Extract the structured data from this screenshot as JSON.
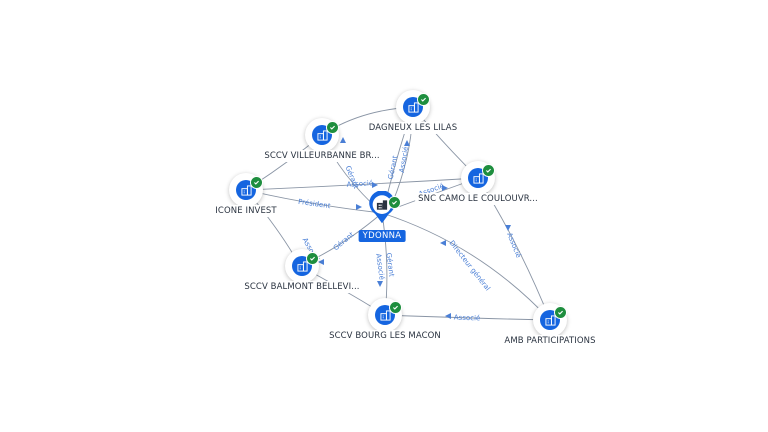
{
  "center": {
    "name": "YDONNA"
  },
  "nodes": [
    {
      "id": "dagneux",
      "name": "DAGNEUX LES LILAS",
      "verified": true,
      "icon": "building-icon"
    },
    {
      "id": "villeurbanne",
      "name": "SCCV VILLEURBANNE BR...",
      "verified": true,
      "icon": "building-icon"
    },
    {
      "id": "icone",
      "name": "ICONE INVEST",
      "verified": true,
      "icon": "building-icon"
    },
    {
      "id": "snc",
      "name": "SNC CAMO LE COULOUVR...",
      "verified": true,
      "icon": "building-icon"
    },
    {
      "id": "balmont",
      "name": "SCCV BALMONT BELLEVI...",
      "verified": true,
      "icon": "building-icon"
    },
    {
      "id": "bourg",
      "name": "SCCV BOURG LES MACON",
      "verified": true,
      "icon": "building-icon"
    },
    {
      "id": "amb",
      "name": "AMB PARTICIPATIONS",
      "verified": true,
      "icon": "building-icon"
    }
  ],
  "edge_labels": {
    "villeurbanne_gerant": "Gérant",
    "dagneux_gerant": "Gérant",
    "dagneux_associe": "Associé",
    "icone_president": "Président",
    "icone_associe": "Associé",
    "snc_associe": "Associé",
    "balmont_gerant": "Gérant",
    "balmont_associe": "Associé",
    "bourg_gerant": "Gérant",
    "bourg_associe": "Associé",
    "amb_directeur": "Directeur général",
    "amb_associe_snc": "Associé",
    "amb_associe_bourg": "Associé"
  }
}
